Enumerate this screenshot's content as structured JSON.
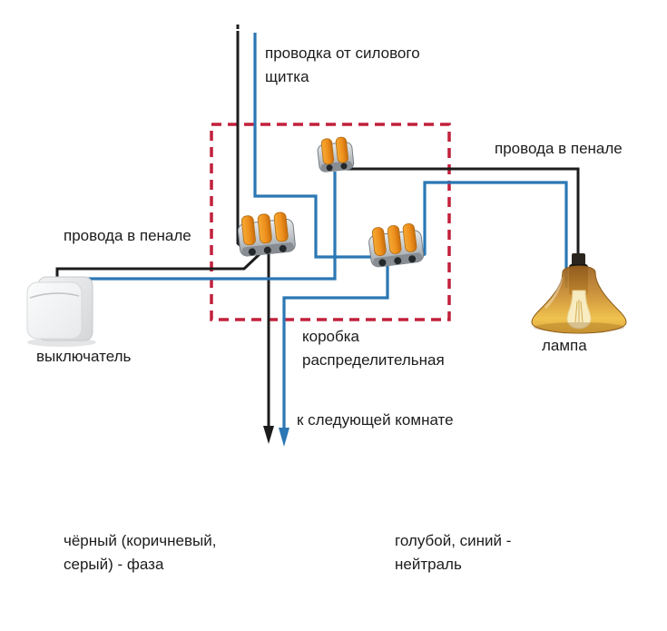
{
  "labels": {
    "power_feed": [
      "проводка от силового",
      "щитка"
    ],
    "conduit_left": "провода в пенале",
    "conduit_right": "провода в пенале",
    "switch": "выключатель",
    "junction_box": [
      "коробка",
      "распределительная"
    ],
    "lamp": "лампа",
    "next_room": "к следующей комнате"
  },
  "legend": {
    "phase": [
      "чёрный (коричневый,",
      "серый) - фаза"
    ],
    "neutral": [
      "голубой, синий -",
      "нейтраль"
    ]
  },
  "colors": {
    "phase_wire": "#1c1c1c",
    "neutral_wire": "#2b77b4",
    "junction_box_outline": "#c2203c",
    "connector_lever": "#ee8f1c",
    "connector_body": "#c2c6c9",
    "lamp_glass": "#cd9030"
  }
}
